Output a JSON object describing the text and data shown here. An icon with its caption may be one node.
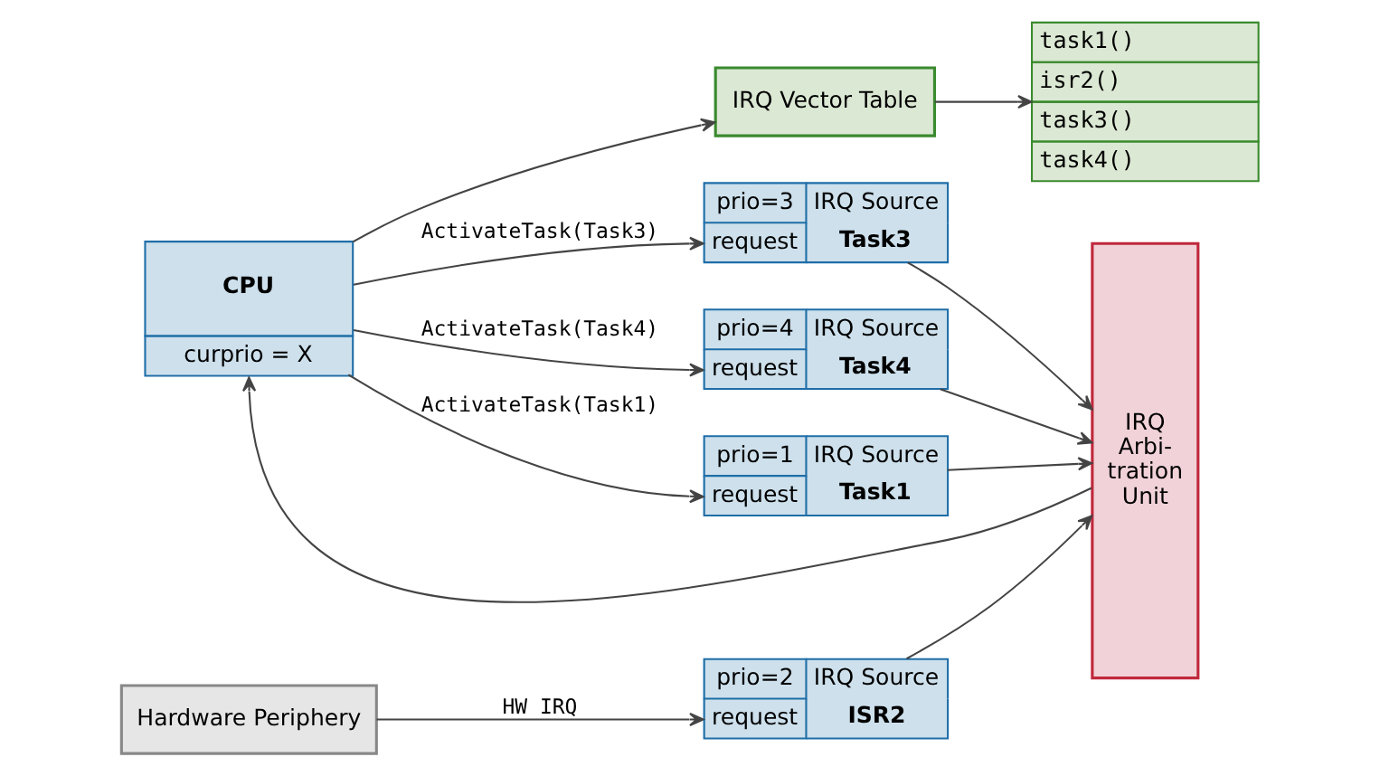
{
  "diagram": {
    "nodes": [
      {
        "text": [
          "CPU",
          "curprio = X"
        ]
      },
      {
        "text": [
          "prio=1",
          "IRQ Source",
          "request",
          "Task1"
        ]
      },
      {
        "text": [
          "Hardware Periphery"
        ]
      },
      {
        "text": [
          "prio=2",
          "IRQ Source",
          "request",
          "ISR2"
        ]
      },
      {
        "text": [
          "prio=3",
          "IRQ Source",
          "request",
          "Task3"
        ]
      },
      {
        "text": [
          "prio=4",
          "IRQ Source",
          "request",
          "Task4"
        ]
      },
      {
        "text": [
          "IRQ Arbi- tration Unit"
        ]
      },
      {
        "text": [
          "IRQ Vector Table"
        ]
      },
      {
        "text": [
          "task1()",
          "isr2()",
          "task3()",
          "task4()"
        ]
      }
    ],
    "edges": [
      {
        "from": 0,
        "to": 1,
        "arrow": "to",
        "label": "ActivateTask(Task1)"
      },
      {
        "from": 2,
        "to": 3,
        "arrow": "to",
        "label": "HW IRQ"
      },
      {
        "from": 0,
        "to": 4,
        "arrow": "to",
        "label": "ActivateTask(Task3)"
      },
      {
        "from": 0,
        "to": 5,
        "arrow": "to",
        "label": "ActivateTask(Task4)"
      },
      {
        "from": 1,
        "to": 6,
        "arrow": "to"
      },
      {
        "from": 3,
        "to": 6,
        "arrow": "to"
      },
      {
        "from": 4,
        "to": 6,
        "arrow": "to"
      },
      {
        "from": 5,
        "to": 6,
        "arrow": "to"
      },
      {
        "from": 6,
        "to": 0,
        "arrow": "to"
      },
      {
        "from": 0,
        "to": 7,
        "arrow": "to"
      },
      {
        "from": 7,
        "to": 8,
        "arrow": "to"
      }
    ]
  }
}
